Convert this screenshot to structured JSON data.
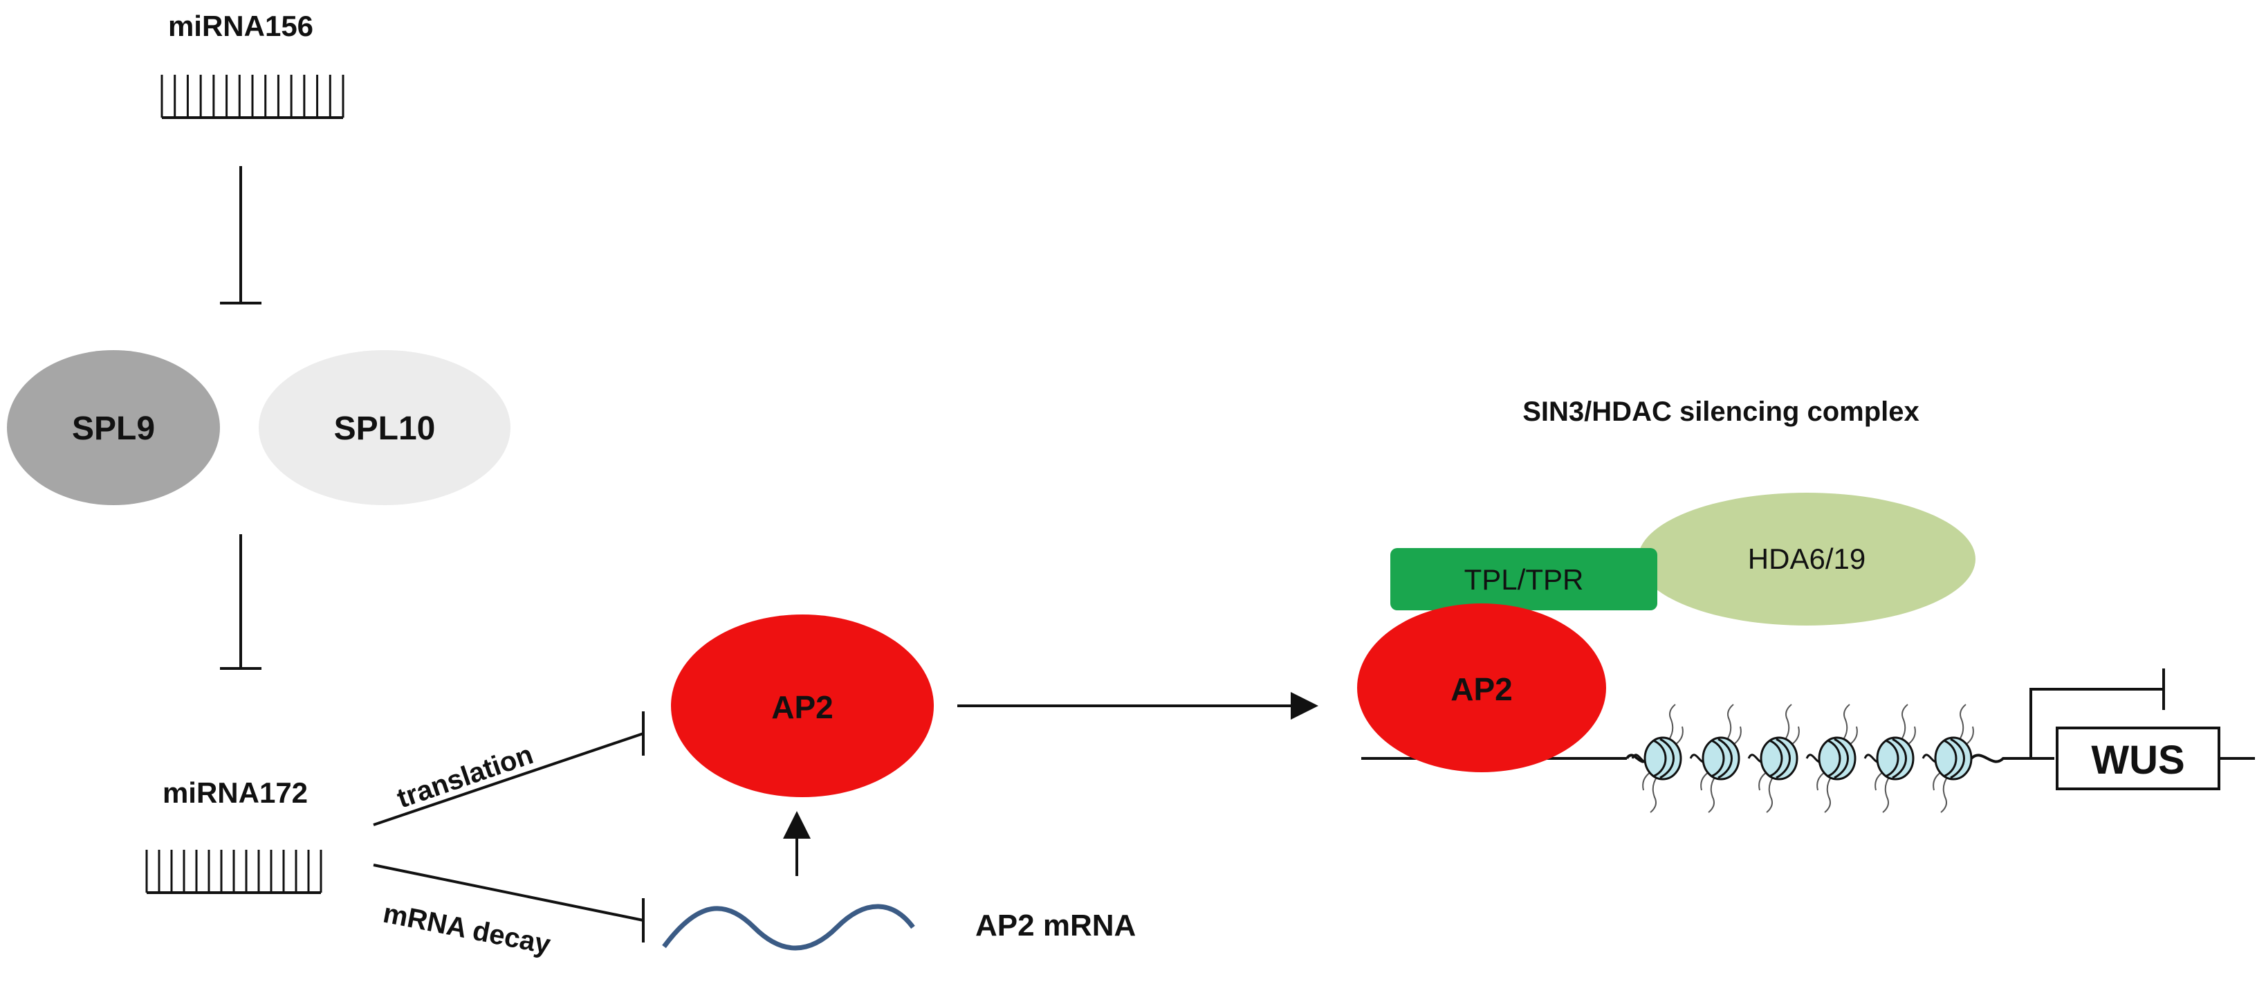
{
  "labels": {
    "mirna156": "miRNA156",
    "spl9": "SPL9",
    "spl10": "SPL10",
    "mirna172": "miRNA172",
    "translation": "translation",
    "mrna_decay": "mRNA decay",
    "ap2_left": "AP2",
    "ap2_mrna": "AP2 mRNA",
    "complex_title": "SIN3/HDAC silencing complex",
    "tpl_tpr": "TPL/TPR",
    "hda": "HDA6/19",
    "ap2_right": "AP2",
    "wus": "WUS"
  },
  "colors": {
    "spl9_fill": "#a6a6a6",
    "spl10_fill": "#ececec",
    "ap2_fill": "#ee1111",
    "tpl_fill": "#1aa64e",
    "hda_fill": "#c3d69b",
    "nucleosome_fill": "#bfe6ec",
    "mrna_wave": "#3b5b85"
  },
  "icons": {
    "mirna": "rna-comb-icon",
    "nucleosome": "nucleosome-icon",
    "promoter": "promoter-arrow-icon"
  }
}
